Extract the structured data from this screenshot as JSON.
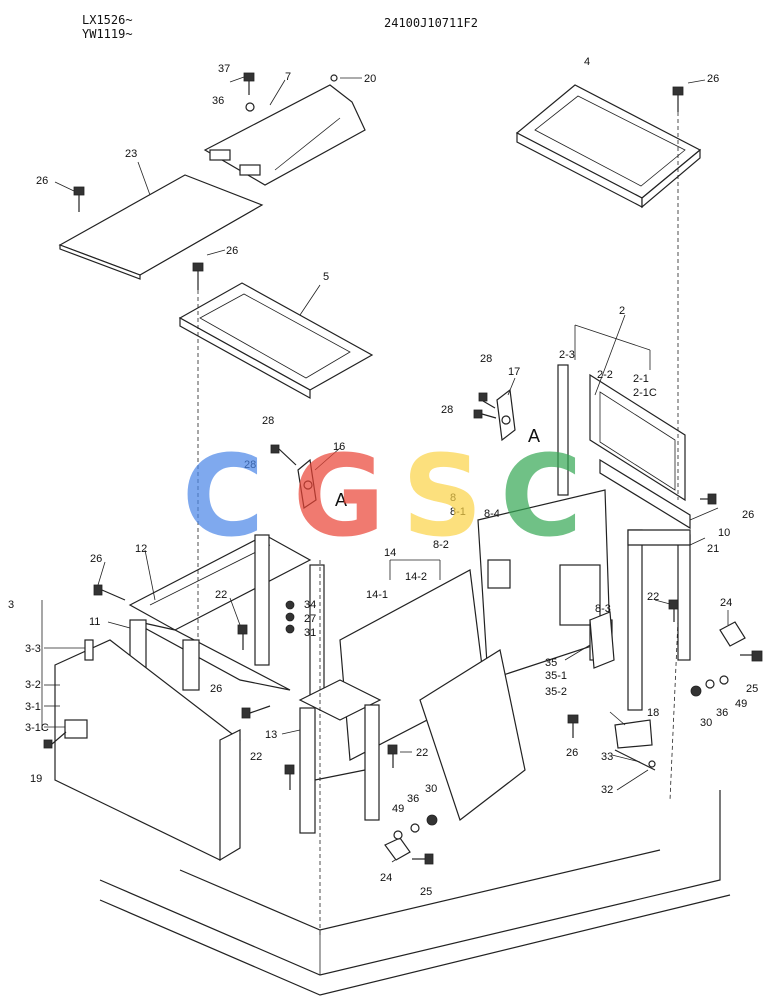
{
  "header": {
    "serial_line_1": "LX1526~",
    "serial_line_2": "YW1119~",
    "drawing_code": "24100J10711F2"
  },
  "watermark": {
    "letters": [
      "C",
      "G",
      "S",
      "C"
    ],
    "colors": [
      "#4a86e8",
      "#ea4335",
      "#fbd347",
      "#34a853"
    ]
  },
  "labels": {
    "l37": "37",
    "l7": "7",
    "l20": "20",
    "l36a": "36",
    "l23": "23",
    "l26a": "26",
    "l4": "4",
    "l26b": "26",
    "l26c": "26",
    "l5": "5",
    "l2": "2",
    "l2_3": "2-3",
    "l2_2": "2-2",
    "l2_1": "2-1",
    "l2_1c": "2-1C",
    "l28a": "28",
    "l17": "17",
    "l28b": "28",
    "lA1": "A",
    "l28c": "28",
    "l16": "16",
    "l28d": "28",
    "lA2": "A",
    "l8": "8",
    "l8_1": "8-1",
    "l8_4": "8-4",
    "l8_2": "8-2",
    "l8_3": "8-3",
    "l26d": "26",
    "l10": "10",
    "l21": "21",
    "l14": "14",
    "l14_2": "14-2",
    "l14_1": "14-1",
    "l12": "12",
    "l26e": "26",
    "l3": "3",
    "l3_3": "3-3",
    "l11": "11",
    "l22a": "22",
    "l34": "34",
    "l27": "27",
    "l31": "31",
    "l3_2": "3-2",
    "l3_1": "3-1",
    "l3_1c": "3-1C",
    "l19": "19",
    "l26f": "26",
    "l13": "13",
    "l22b": "22",
    "l22c": "22",
    "l24a": "24",
    "l22d": "22",
    "l35": "35",
    "l35_1": "35-1",
    "l35_2": "35-2",
    "l25a": "25",
    "l36b": "36",
    "l49a": "49",
    "l30a": "30",
    "l18": "18",
    "l26g": "26",
    "l33": "33",
    "l32": "32",
    "l49b": "49",
    "l36c": "36",
    "l30b": "30",
    "l24b": "24",
    "l25b": "25"
  }
}
